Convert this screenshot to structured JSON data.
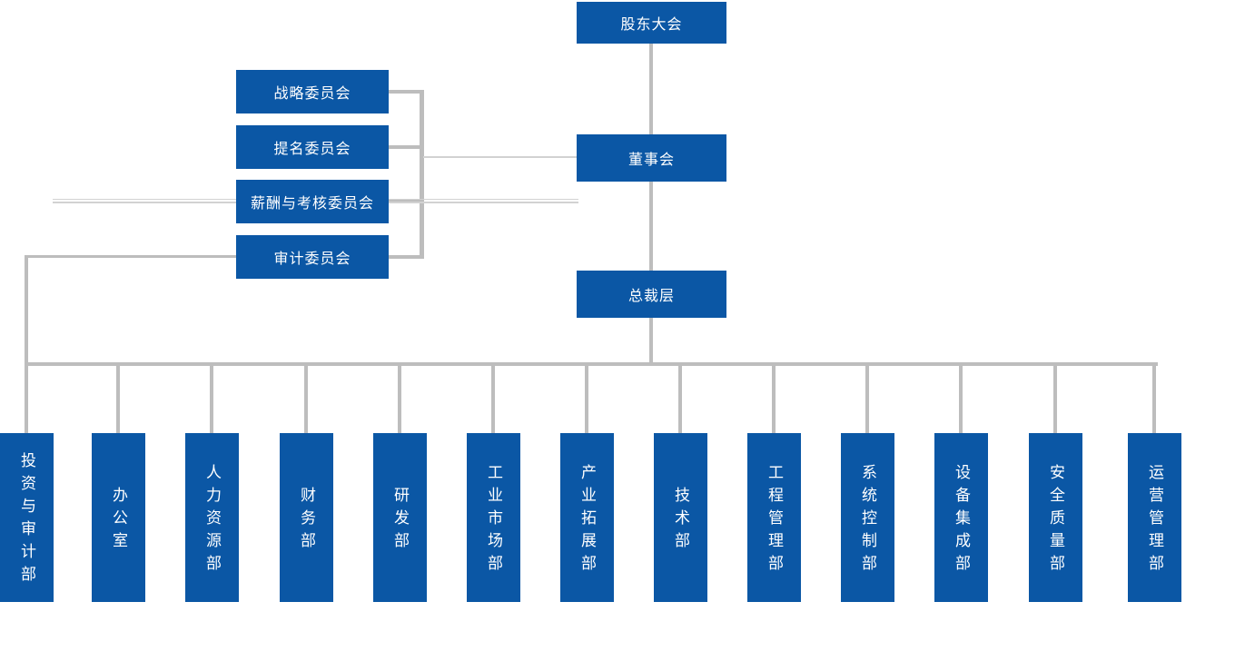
{
  "colors": {
    "box_blue": "#0b57a5",
    "box_text": "#ffffff",
    "line_thick": "#bdbdbd",
    "line_thin": "#d2d2d2"
  },
  "org_chart": {
    "shareholders_meeting": {
      "label": "股东大会"
    },
    "board_of_directors": {
      "label": "董事会"
    },
    "president_level": {
      "label": "总裁层"
    },
    "committees": [
      {
        "label": "战略委员会"
      },
      {
        "label": "提名委员会"
      },
      {
        "label": "薪酬与考核委员会"
      },
      {
        "label": "审计委员会"
      }
    ],
    "departments": [
      {
        "label": "投资与审计部"
      },
      {
        "label": "办公室"
      },
      {
        "label": "人力资源部"
      },
      {
        "label": "财务部"
      },
      {
        "label": "研发部"
      },
      {
        "label": "工业市场部"
      },
      {
        "label": "产业拓展部"
      },
      {
        "label": "技术部"
      },
      {
        "label": "工程管理部"
      },
      {
        "label": "系统控制部"
      },
      {
        "label": "设备集成部"
      },
      {
        "label": "安全质量部"
      },
      {
        "label": "运营管理部"
      }
    ]
  }
}
